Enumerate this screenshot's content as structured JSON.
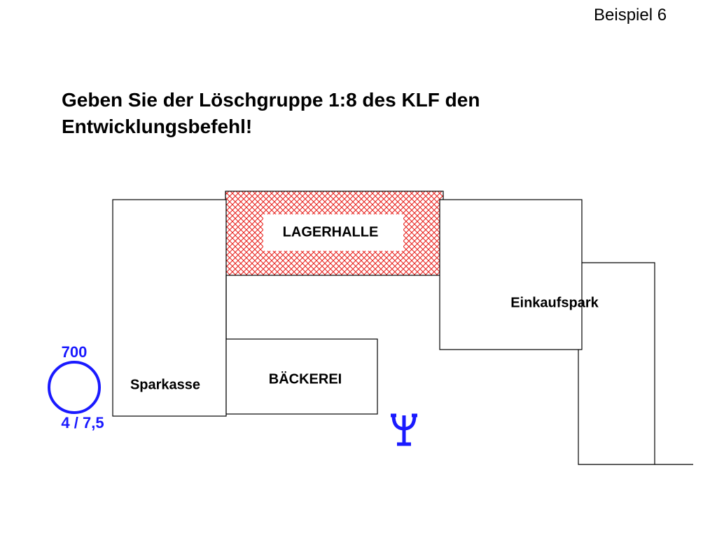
{
  "slide_number": "Beispiel 6",
  "title": {
    "line1": "Geben Sie der Löschgruppe 1:8 des KLF den",
    "line2": "Entwicklungsbefehl!"
  },
  "buildings": {
    "lagerhalle": "LAGERHALLE",
    "sparkasse": "Sparkasse",
    "baeckerei": "BÄCKEREI",
    "einkaufspark": "Einkaufspark"
  },
  "hydrant": {
    "top_label": "700",
    "bottom_label": "4 / 7,5"
  },
  "colors": {
    "fire_hatch": "#e8231f",
    "hydrant_blue": "#1a1aff",
    "outline": "#000000"
  },
  "icons": {
    "hydrant": "hydrant-circle-icon",
    "vehicle": "fire-vehicle-y-icon",
    "fire_area": "fire-hatch-icon"
  }
}
